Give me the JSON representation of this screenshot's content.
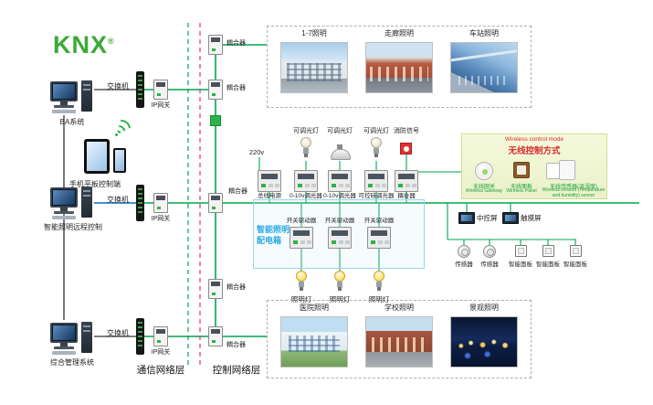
{
  "colors": {
    "bus_green": "#00a651",
    "link_blue": "#0072c6",
    "line_black": "#333333",
    "dashed_magenta": "#ec268f",
    "knx_green": "#3aaa35",
    "alarm_red": "#e03131",
    "dist_box_blue": "#29abe2",
    "wireless_title_red": "#d92b2b",
    "wireless_label_green": "#1e9e3e"
  },
  "logo": {
    "text": "KNX",
    "reg": "®"
  },
  "layer_labels": {
    "comm": "通信网络层",
    "ctrl": "控制网络层"
  },
  "terminals": [
    {
      "label": "BA系统"
    },
    {
      "label": "手机平板控制端"
    },
    {
      "label": "智能照明远程控制"
    },
    {
      "label": "综合管理系统"
    }
  ],
  "switch_label": "交换机",
  "gateway_label": "IP网关",
  "coupler_label": "耦合器",
  "top_gallery": [
    {
      "label": "1-7照明"
    },
    {
      "label": "走廊照明"
    },
    {
      "label": "车站照明"
    }
  ],
  "bottom_gallery": [
    {
      "label": "医院照明"
    },
    {
      "label": "学校照明"
    },
    {
      "label": "景观照明"
    }
  ],
  "dist_box": {
    "title_line1": "智能照明",
    "title_line2": "配电箱",
    "supply": "220v",
    "top_modules": [
      {
        "label": "总线电源"
      },
      {
        "label": "0-10v调光器"
      },
      {
        "label": "0-10v调光器"
      },
      {
        "label": "可控硅调光器"
      },
      {
        "label": "耦合器"
      }
    ],
    "top_loads": [
      {
        "label": "可调光灯"
      },
      {
        "label": "可调光灯"
      },
      {
        "label": "可调光灯"
      },
      {
        "label": "消防信号"
      }
    ],
    "bottom_modules": [
      {
        "label": "开关驱动器"
      },
      {
        "label": "开关驱动器"
      },
      {
        "label": "开关驱动器"
      }
    ],
    "bottom_loads": [
      {
        "label": "照明灯"
      },
      {
        "label": "照明灯"
      },
      {
        "label": "照明灯"
      }
    ]
  },
  "wireless": {
    "title_en": "Wireless control mode",
    "title_zh": "无线控制方式",
    "devices": [
      {
        "zh": "无线网关",
        "en": "Wireless Gateway"
      },
      {
        "zh": "无线面板",
        "en": "Wireless Panel"
      },
      {
        "zh": "无线传感器(温湿度)",
        "en": "Wireless infrared (Temperature and humidity) sensor"
      }
    ]
  },
  "right_devices": [
    {
      "label": "中控屏"
    },
    {
      "label": "触摸屏"
    }
  ],
  "sensor_row": [
    {
      "label": "传感器"
    },
    {
      "label": "传感器"
    },
    {
      "label": "智能面板"
    },
    {
      "label": "智能面板"
    },
    {
      "label": "智能面板"
    }
  ]
}
